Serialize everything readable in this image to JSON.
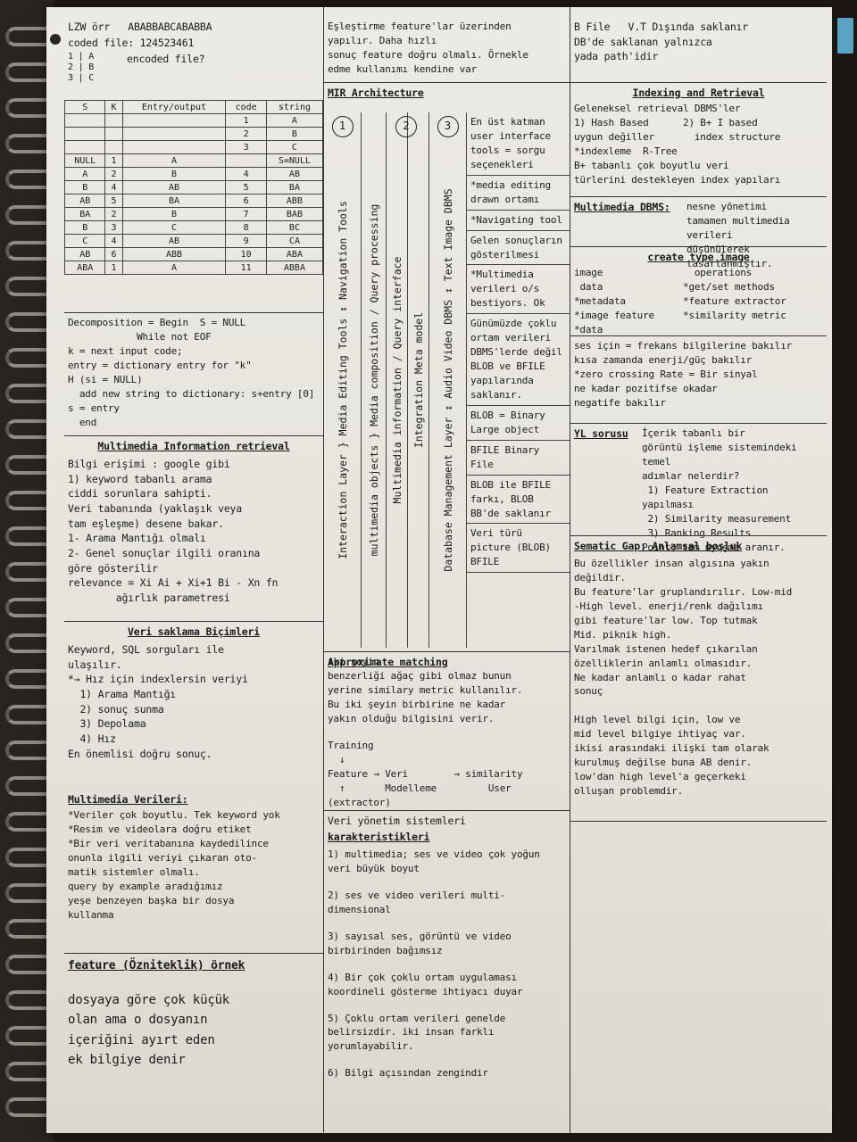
{
  "lzw": {
    "header_line": "LZW örr   ABABBABCABABBA",
    "coded_line": "coded file: 124523461",
    "question": "encoded file?",
    "mini_dict": [
      "1 | A",
      "2 | B",
      "3 | C"
    ],
    "columns": [
      "S",
      "K",
      "Entry/output",
      "code",
      "string"
    ],
    "rows": [
      [
        "",
        "",
        "",
        "1",
        "A"
      ],
      [
        "",
        "",
        "",
        "2",
        "B"
      ],
      [
        "",
        "",
        "",
        "3",
        "C"
      ],
      [
        "NULL",
        "1",
        "A",
        "",
        "S=NULL"
      ],
      [
        "A",
        "2",
        "B",
        "4",
        "AB"
      ],
      [
        "B",
        "4",
        "AB",
        "5",
        "BA"
      ],
      [
        "AB",
        "5",
        "BA",
        "6",
        "ABB"
      ],
      [
        "BA",
        "2",
        "B",
        "7",
        "BAB"
      ],
      [
        "B",
        "3",
        "C",
        "8",
        "BC"
      ],
      [
        "C",
        "4",
        "AB",
        "9",
        "CA"
      ],
      [
        "AB",
        "6",
        "ABB",
        "10",
        "ABA"
      ],
      [
        "ABA",
        "1",
        "A",
        "11",
        "ABBA"
      ]
    ]
  },
  "decomposition": "Decomposition = Begin  S = NULL\n            While not EOF\nk = next input code;\nentry = dictionary entry for \"k\"\nH (si = NULL)\n  add new string to dictionary: s+entry [0]\ns = entry\n  end",
  "mir": {
    "title": "Multimedia Information retrieval",
    "body": "Bilgi erişimi : google gibi\n1) keyword tabanlı arama\nciddi sorunlara sahipti.\nVeri tabanında (yaklaşık veya\ntam eşleşme) desene bakar.\n1- Arama Mantığı olmalı\n2- Genel sonuçlar ilgili oranına\ngöre gösterilir\nrelevance = Xi Ai + Xi+1 Bi - Xn fn\n        ağırlık parametresi"
  },
  "storage": {
    "title": "Veri saklama Biçimleri",
    "body": "Keyword, SQL sorguları ile\nulaşılır.\n*→ Hız için indexlersin veriyi\n  1) Arama Mantığı\n  2) sonuç sunma\n  3) Depolama\n  4) Hız\nEn önemlisi doğru sonuç.",
    "mm_title": "Multimedia Verileri:",
    "mm_body": "*Veriler çok boyutlu. Tek keyword yok\n*Resim ve videolara doğru etiket\n*Bir veri veritabanına kaydedilince\nonunla ilgili veriyi çıkaran oto-\nmatik sistemler olmalı.\nquery by example aradığımız\nyeşe benzeyen başka bir dosya\nkullanma"
  },
  "feature": {
    "title": "feature (Özniteklik) örnek",
    "body": "dosyaya göre çok küçük\nolan ama o dosyanın\niçeriğini ayırt eden\nek bilgiye denir"
  },
  "col2_top": "Eşleştirme feature'lar üzerinden\nyapılır. Daha hızlı\nsonuç feature doğru olmalı. Örnekle\nedme kullanımı kendine var",
  "arch": {
    "title": "MIR Architecture",
    "circles": [
      "1",
      "2",
      "3"
    ],
    "v1": "Interaction Layer  }  Media Editing Tools  ↕  Navigation Tools",
    "v2": "multimedia objects  }  Media composition / Query processing",
    "v2b": "Multimedia information / Query interface",
    "v2c": "Integration Meta model",
    "v3": "Database Management Layer  ↕  Audio Video DBMS  ↕  Text Image DBMS",
    "tools": [
      "En üst katman user interface tools = sorgu seçenekleri",
      "*media editing drawn ortamı",
      "*Navigating tool",
      "Gelen sonuçların gösterilmesi",
      "*Multimedia verileri o/s bestiyors. Ok",
      "Günümüzde çoklu ortam verileri DBMS'lerde değil BLOB ve BFILE yapılarında saklanır.",
      "BLOB = Binary Large object",
      "BFILE Binary File",
      "BLOB ile BFILE farkı, BLOB BB'de saklanır",
      "Veri türü picture (BLOB) BFILE"
    ]
  },
  "approx": {
    "title": "Approximate matching",
    "body": "iki şeyin\nbenzerliği ağaç gibi olmaz bunun\nyerine similary metric kullanılır.\nBu iki şeyin birbirine ne kadar\nyakın olduğu bilgisini verir.",
    "flow": "Training\n  ↓\nFeature → Veri        → similarity\n  ↑       Modelleme         User\n(extractor)"
  },
  "vys": {
    "title": "Veri yönetim sistemleri",
    "subtitle": "karakteristikleri",
    "items": [
      "1) multimedia; ses ve video çok yoğun veri büyük boyut",
      "2) ses ve video verileri multi-dimensional",
      "3) sayısal ses, görüntü ve video birbirinden bağımsız",
      "4) Bir çok çoklu ortam uygulaması koordineli gösterme ihtiyacı duyar",
      "5) Çoklu ortam verileri genelde belirsizdir. iki insan farklı yorumlayabilir.",
      "6) Bilgi açısından zengindir"
    ]
  },
  "col3_top": "B File   V.T Dışında saklanır\nDB'de saklanan yalnızca\nyada path'idir",
  "indexing": {
    "title": "Indexing and Retrieval",
    "body": "Geleneksel retrieval DBMS'ler\n1) Hash Based      2) B+ I based\nuygun değiller       index structure\n*indexleme  R-Tree\nB+ tabanlı çok boyutlu veri\ntürlerini destekleyen index yapıları"
  },
  "mmdbms": {
    "title": "Multimedia DBMS:",
    "body": "nesne yönetimi\ntamamen multimedia verileri\ndüşünülerek tasarlanmıştır."
  },
  "image": {
    "title": "create type image",
    "body": "image                operations\n data              *get/set methods\n*metadata          *feature extractor\n*image feature     *similarity metric\n*data"
  },
  "audio": {
    "body": "ses için = frekans bilgilerine bakılır\nkısa zamanda enerji/güç bakılır\n*zero crossing Rate = Bir sinyal\nne kadar pozitifse okadar\nnegatife bakılır"
  },
  "yl": {
    "title": "YL sorusu",
    "body": "İçerik tabanlı bir\ngörüntü işleme sistemindeki temel\nadımlar nelerdir?\n 1) Feature Extraction yapılması\n 2) Similarity measurement\n 3) Ranking Results\nPoint; tam uyuşma aranır."
  },
  "semantic": {
    "title": "Sematic Gap: Anlamsal boşluk",
    "body": "Bu özellikler insan algısına yakın\ndeğildir.\nBu feature'lar gruplandırılır. Low-mid\n-High level. enerji/renk dağılımı\ngibi feature'lar low. Top tutmak\nMid. piknik high.\nVarılmak istenen hedef çıkarılan\nözelliklerin anlamlı olmasıdır.\nNe kadar anlamlı o kadar rahat\nsonuç\n\nHigh level bilgi için, low ve\nmid level bilgiye ihtiyaç var.\nikisi arasındaki ilişki tam olarak\nkurulmuş değilse buna AB denir.\nlow'dan high level'a geçerkeki\nolluşan problemdir."
  },
  "colors": {
    "paper": "#e9e6e0",
    "ink": "#1b1b1b",
    "backdrop": "#1e1a17",
    "tab": "#5aa3c4"
  }
}
